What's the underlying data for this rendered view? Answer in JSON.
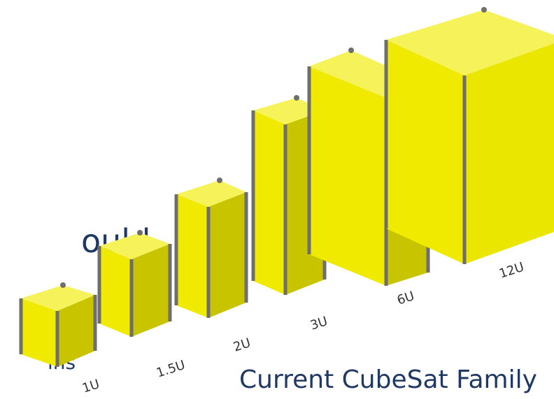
{
  "slide": {
    "fragments": [
      "ould",
      "d",
      "ins"
    ],
    "caption": "Current CubeSat Family"
  },
  "cubesats": [
    {
      "label": "1U"
    },
    {
      "label": "1.5U"
    },
    {
      "label": "2U"
    },
    {
      "label": "3U"
    },
    {
      "label": "6U"
    },
    {
      "label": "12U"
    }
  ],
  "colors": {
    "front_face": "#f0ea00",
    "side_face": "#c8c400",
    "top_face": "#f6f25a",
    "rail": "#6e6e6e",
    "text": "#1f3864"
  }
}
